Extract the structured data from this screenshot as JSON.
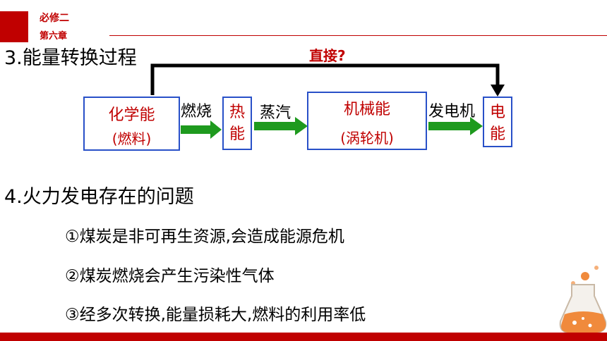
{
  "header": {
    "subject": "必修二",
    "chapter": "第六章"
  },
  "section3": {
    "title": "3.能量转换过程",
    "direct_label": "直接?",
    "box1": {
      "line1": "化学能",
      "line2": "(燃料)"
    },
    "arrow1_label": "燃烧",
    "box2": {
      "text": "热\n能"
    },
    "arrow2_label": "蒸汽",
    "box3": {
      "line1": "机械能",
      "line2": "(涡轮机)"
    },
    "arrow3_label": "发电机",
    "box4": {
      "text": "电\n能"
    }
  },
  "section4": {
    "title": "4.火力发电存在的问题",
    "items": [
      "①煤炭是非可再生资源,会造成能源危机",
      "②煤炭燃烧会产生污染性气体",
      "③经多次转换,能量损耗大,燃料的利用率低"
    ]
  },
  "colors": {
    "accent_red": "#c00000",
    "box_border": "#2850c8",
    "arrow_green": "#1e9a1e"
  },
  "decoration": {
    "icon": "flask-icon"
  }
}
